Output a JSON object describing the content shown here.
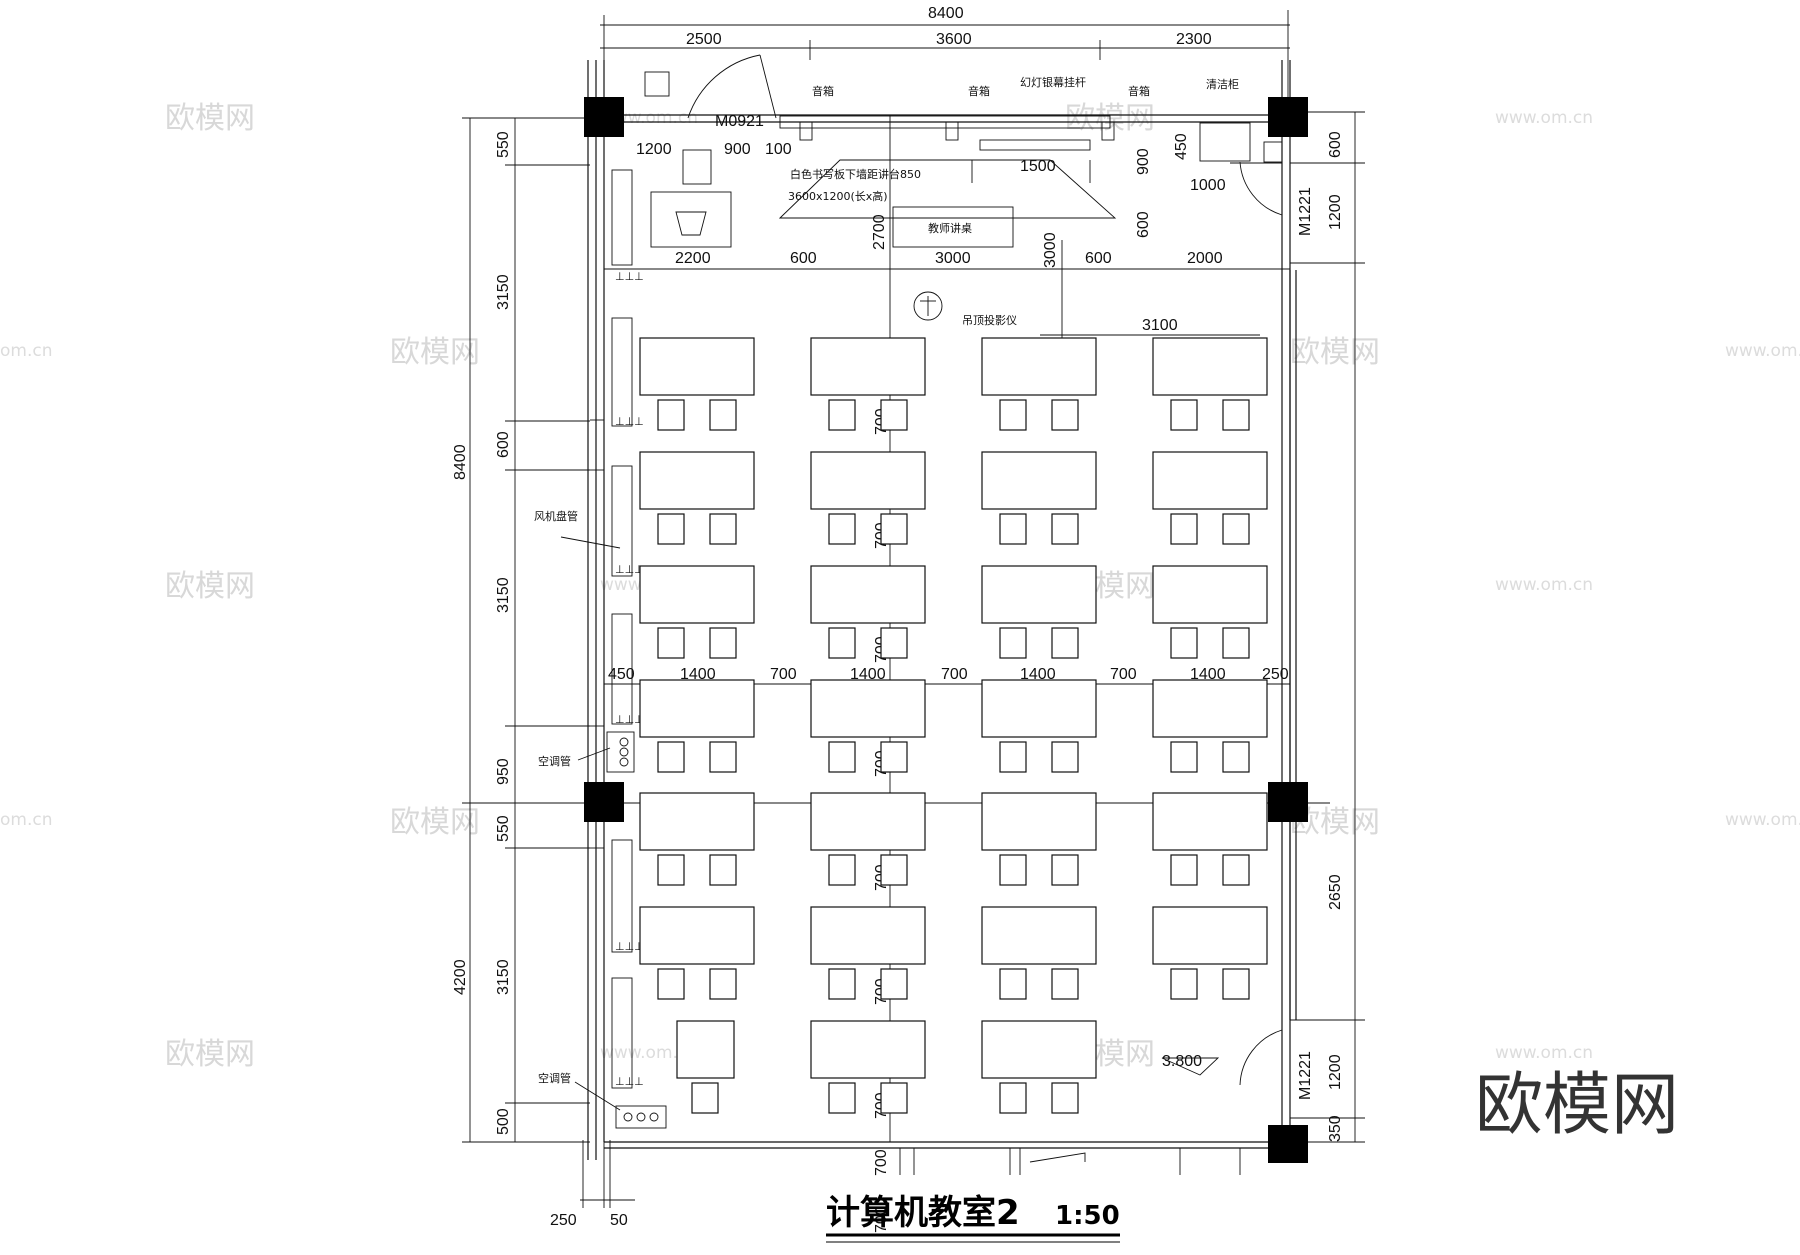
{
  "title": {
    "name": "计算机教室2",
    "scale": "1:50"
  },
  "brand_watermark": "欧模网",
  "watermark_small": "欧模网",
  "watermark_url": "www.om.cn",
  "watermark_url_short": "om.cn",
  "dims_top": {
    "overall": "8400",
    "segments": [
      "2500",
      "3600",
      "2300"
    ]
  },
  "dims_left_outer": [
    "8400",
    "4200"
  ],
  "dims_left_inner": [
    "550",
    "3150",
    "600",
    "3150",
    "950",
    "550",
    "3150",
    "500"
  ],
  "dims_right": [
    "600",
    "1200",
    "2650",
    "1200",
    "350"
  ],
  "dims_bottom": [
    "250",
    "50"
  ],
  "front_dims": {
    "d1200": "1200",
    "d900": "900",
    "d100": "100",
    "d2200": "2200",
    "d600a": "600",
    "d3000a": "3000",
    "d600b": "600",
    "d2000": "2000",
    "d2700": "2700",
    "d3000v": "3000",
    "d1500": "1500",
    "d900v": "900",
    "d600v": "600",
    "d450": "450",
    "d1000": "1000",
    "d3100": "3100"
  },
  "row_dims": [
    "450",
    "1400",
    "700",
    "1400",
    "700",
    "1400",
    "700",
    "1400",
    "250"
  ],
  "aisle_dims": [
    "700",
    "700",
    "700",
    "700",
    "700",
    "700",
    "700",
    "700",
    "700",
    "700",
    "700",
    "700",
    "700",
    "700",
    "700",
    "700",
    "700"
  ],
  "labels": {
    "door_m0921": "M0921",
    "door_m1221_a": "M1221",
    "door_m1221_b": "M1221",
    "speaker_1": "音箱",
    "speaker_2": "音箱",
    "speaker_3": "音箱",
    "screen_rod": "幻灯银幕挂杆",
    "cleaning_cabinet": "清洁柜",
    "whiteboard_note": "白色书写板下墙距讲台850",
    "whiteboard_size": "3600x1200(长x高)",
    "lectern": "教师讲桌",
    "projector": "吊顶投影仪",
    "fan_coil": "风机盘管",
    "ac_pipe_1": "空调管",
    "ac_pipe_2": "空调管",
    "elevation": "3.800"
  }
}
